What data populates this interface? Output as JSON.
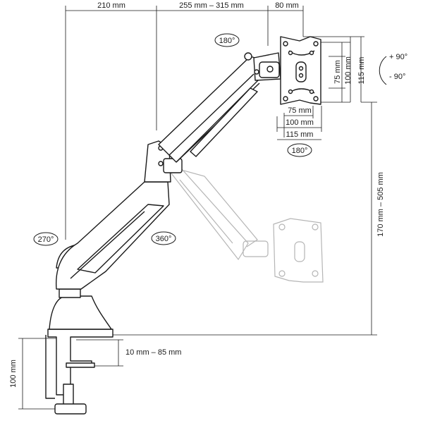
{
  "dimensions": {
    "base_offset": "210 mm",
    "arm_reach": "255 mm – 315 mm",
    "head_depth": "80 mm",
    "vesa_small_h": "75 mm",
    "vesa_large_h": "100 mm",
    "plate_h": "115 mm",
    "vesa_small_w": "75 mm",
    "vesa_large_w": "100 mm",
    "plate_w": "115 mm",
    "height_range": "170 mm – 505 mm",
    "clamp_range": "10 mm – 85 mm",
    "clamp_height": "100 mm"
  },
  "rotations": {
    "top_swivel": "180°",
    "bottom_swivel": "180°",
    "base_rotation": "270°",
    "arm_rotation": "360°",
    "tilt_up": "+ 90°",
    "tilt_down": "- 90°"
  },
  "colors": {
    "stroke": "#1a1a1a",
    "ghost": "#b5b5b5",
    "fill": "#ffffff"
  }
}
